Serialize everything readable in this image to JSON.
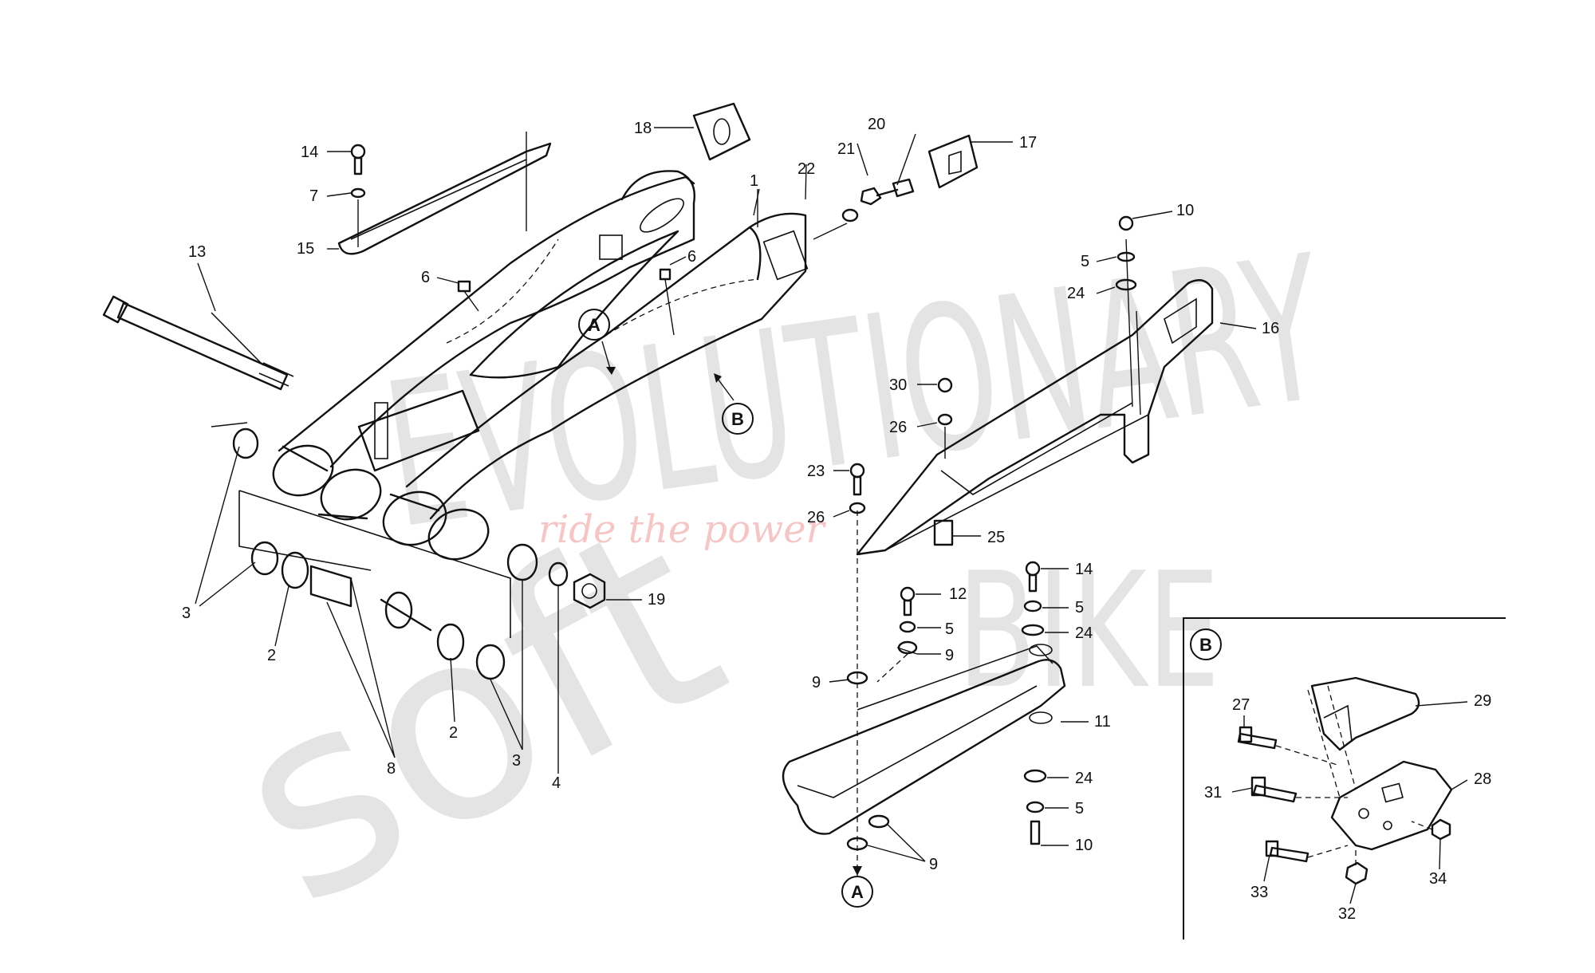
{
  "callouts": {
    "c1": "1",
    "c2a": "2",
    "c2b": "2",
    "c3a": "3",
    "c3b": "3",
    "c4": "4",
    "c5a": "5",
    "c5b": "5",
    "c5c": "5",
    "c5d": "5",
    "c6a": "6",
    "c6b": "6",
    "c7": "7",
    "c8": "8",
    "c9a": "9",
    "c9b": "9",
    "c9c": "9",
    "c10a": "10",
    "c10b": "10",
    "c11": "11",
    "c12": "12",
    "c13": "13",
    "c14a": "14",
    "c14b": "14",
    "c15": "15",
    "c16": "16",
    "c17": "17",
    "c18": "18",
    "c19": "19",
    "c20": "20",
    "c21": "21",
    "c22": "22",
    "c23": "23",
    "c24a": "24",
    "c24b": "24",
    "c24c": "24",
    "c25": "25",
    "c26a": "26",
    "c26b": "26",
    "c27": "27",
    "c28": "28",
    "c29": "29",
    "c30": "30",
    "c31": "31",
    "c32": "32",
    "c33": "33",
    "c34": "34"
  },
  "refs": {
    "a_top": "A",
    "a_bottom": "A",
    "b_arm": "B",
    "b_inset": "B"
  },
  "watermark": {
    "line1": "EVOLUTIONARY",
    "line2": "ride the power",
    "line3": "soft",
    "line4": "BIKE"
  }
}
